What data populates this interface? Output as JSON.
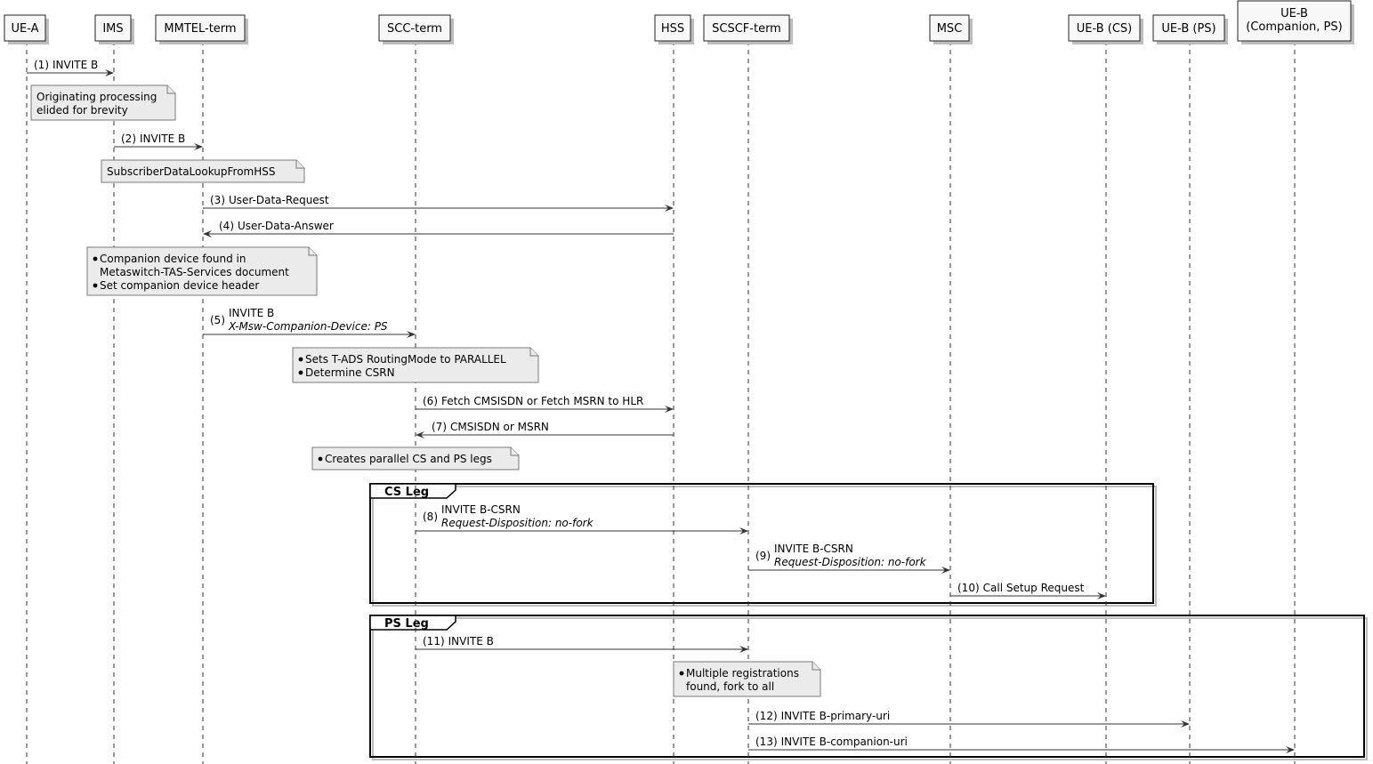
{
  "participants": [
    {
      "id": "ue_a",
      "label": [
        "UE-A"
      ]
    },
    {
      "id": "ims",
      "label": [
        "IMS"
      ]
    },
    {
      "id": "mmtel",
      "label": [
        "MMTEL-term"
      ]
    },
    {
      "id": "scc",
      "label": [
        "SCC-term"
      ]
    },
    {
      "id": "hss",
      "label": [
        "HSS"
      ]
    },
    {
      "id": "scscf",
      "label": [
        "SCSCF-term"
      ]
    },
    {
      "id": "msc",
      "label": [
        "MSC"
      ]
    },
    {
      "id": "ueb_cs",
      "label": [
        "UE-B (CS)"
      ]
    },
    {
      "id": "ueb_ps",
      "label": [
        "UE-B (PS)"
      ]
    },
    {
      "id": "ueb_comp",
      "label": [
        "UE-B",
        "(Companion, PS)"
      ]
    }
  ],
  "messages": [
    {
      "from": "ue_a",
      "to": "ims",
      "num": "(1)",
      "lines": [
        "INVITE B"
      ]
    },
    {
      "from": "ims",
      "to": "mmtel",
      "num": "(2)",
      "lines": [
        "INVITE B"
      ]
    },
    {
      "from": "mmtel",
      "to": "hss",
      "num": "(3)",
      "lines": [
        "User-Data-Request"
      ]
    },
    {
      "from": "hss",
      "to": "mmtel",
      "num": "(4)",
      "lines": [
        "User-Data-Answer"
      ]
    },
    {
      "from": "mmtel",
      "to": "scc",
      "num": "(5)",
      "lines": [
        "INVITE B",
        "X-Msw-Companion-Device: PS"
      ]
    },
    {
      "from": "scc",
      "to": "hss",
      "num": "(6)",
      "lines": [
        "Fetch CMSISDN or Fetch MSRN to HLR"
      ]
    },
    {
      "from": "hss",
      "to": "scc",
      "num": "(7)",
      "lines": [
        "CMSISDN or MSRN"
      ]
    },
    {
      "from": "scc",
      "to": "scscf",
      "num": "(8)",
      "lines": [
        "INVITE B-CSRN",
        "Request-Disposition: no-fork"
      ]
    },
    {
      "from": "scscf",
      "to": "msc",
      "num": "(9)",
      "lines": [
        "INVITE B-CSRN",
        "Request-Disposition: no-fork"
      ]
    },
    {
      "from": "msc",
      "to": "ueb_cs",
      "num": "(10)",
      "lines": [
        "Call Setup Request"
      ]
    },
    {
      "from": "scc",
      "to": "scscf",
      "num": "(11)",
      "lines": [
        "INVITE B"
      ]
    },
    {
      "from": "scscf",
      "to": "ueb_ps",
      "num": "(12)",
      "lines": [
        "INVITE B-primary-uri"
      ]
    },
    {
      "from": "scscf",
      "to": "ueb_comp",
      "num": "(13)",
      "lines": [
        "INVITE B-companion-uri"
      ]
    }
  ],
  "notes": [
    {
      "lines": [
        "Originating processing",
        "elided for brevity"
      ],
      "bullets": [
        false,
        false
      ]
    },
    {
      "lines": [
        "SubscriberDataLookupFromHSS"
      ],
      "bullets": [
        false
      ]
    },
    {
      "lines": [
        "Companion device found in",
        "Metaswitch-TAS-Services document",
        "Set companion device header"
      ],
      "bullets": [
        true,
        false,
        true
      ]
    },
    {
      "lines": [
        "Sets T-ADS RoutingMode to PARALLEL",
        "Determine CSRN"
      ],
      "bullets": [
        true,
        true
      ]
    },
    {
      "lines": [
        "Creates parallel CS and PS legs"
      ],
      "bullets": [
        true
      ]
    },
    {
      "lines": [
        "Multiple registrations",
        "found, fork to all"
      ],
      "bullets": [
        true,
        false
      ]
    }
  ],
  "groups": [
    {
      "label": "CS Leg"
    },
    {
      "label": "PS Leg"
    }
  ]
}
